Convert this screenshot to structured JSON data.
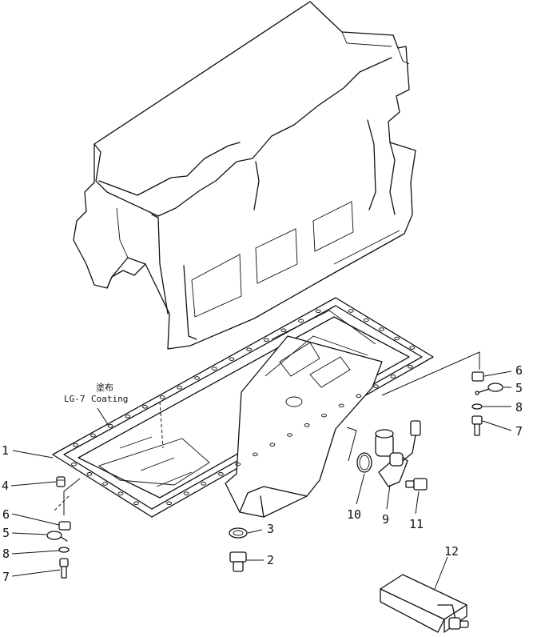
{
  "note": {
    "code": "LG-7",
    "kanji": "塗布",
    "coating": "Coating"
  },
  "callouts": {
    "c1": "1",
    "c2": "2",
    "c3": "3",
    "c4": "4",
    "c5_left": "5",
    "c5_right": "5",
    "c6_left": "6",
    "c6_right": "6",
    "c7_left": "7",
    "c7_right": "7",
    "c8_left": "8",
    "c8_right": "8",
    "c9": "9",
    "c10": "10",
    "c11": "11",
    "c12": "12"
  }
}
